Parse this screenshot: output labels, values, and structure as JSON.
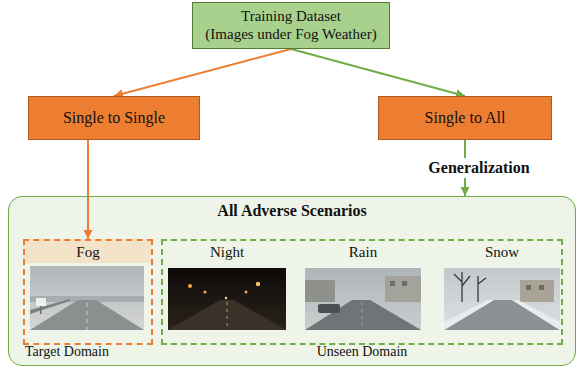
{
  "diagram": {
    "nodes": [
      {
        "text": [
          "Training Dataset",
          "(Images under Fog Weather)"
        ]
      },
      {
        "text": [
          "Single to Single"
        ]
      },
      {
        "text": [
          "Single to All"
        ]
      },
      {
        "text": [
          "All Adverse Scenarios"
        ]
      },
      {
        "text": [
          "Fog",
          "Target Domain"
        ],
        "in": 3
      },
      {
        "text": [
          "Unseen Domain"
        ],
        "in": 3
      }
    ],
    "edges": [
      {
        "from": 0,
        "to": 1,
        "arrow": "to"
      },
      {
        "from": 0,
        "to": 2,
        "arrow": "to"
      },
      {
        "from": 1,
        "to": 4,
        "arrow": "to"
      },
      {
        "from": 2,
        "to": 3,
        "label": "Generalization",
        "arrow": "to"
      }
    ],
    "labels": [
      "Night",
      "Rain",
      "Snow"
    ]
  }
}
